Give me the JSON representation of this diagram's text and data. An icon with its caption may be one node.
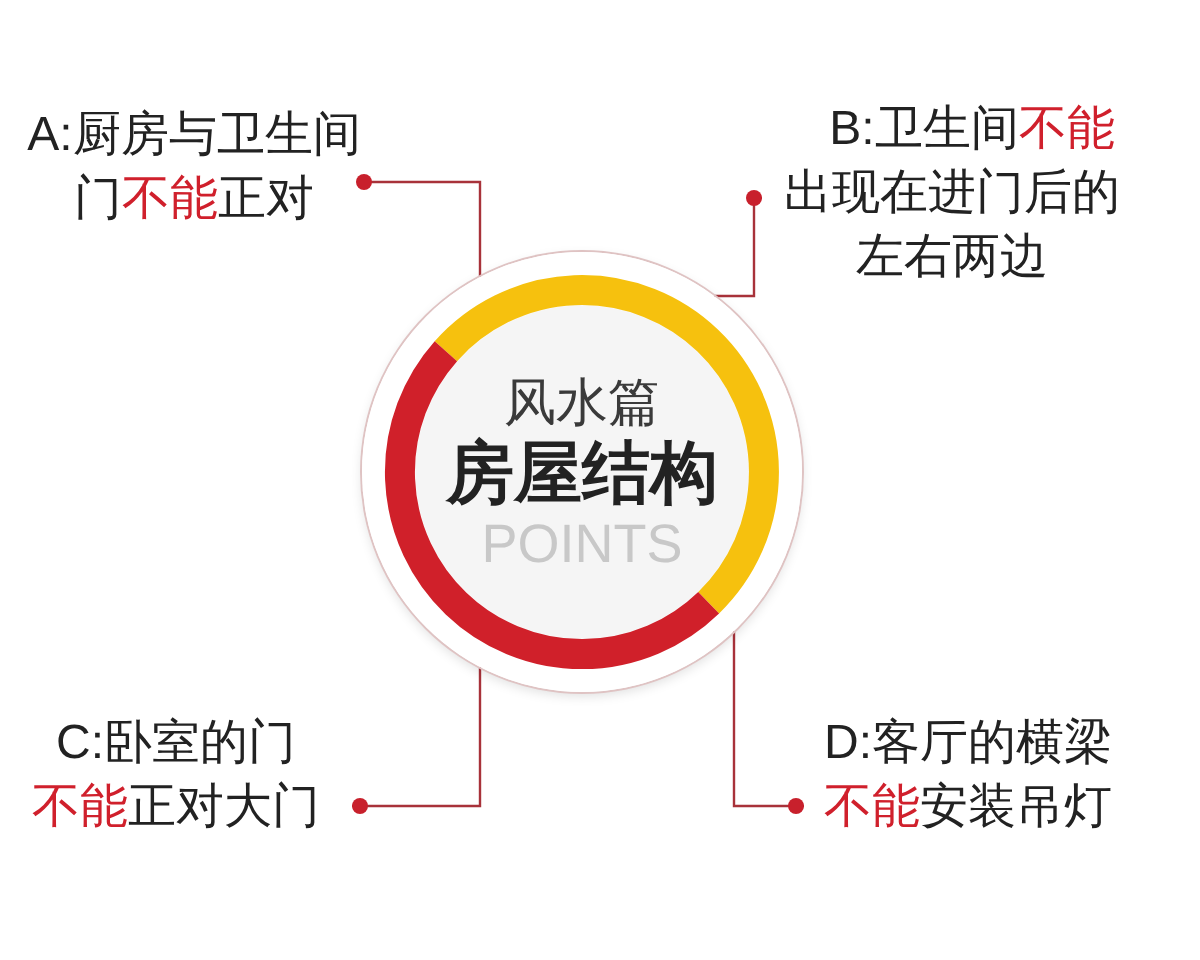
{
  "diagram": {
    "nodes": [
      {
        "text": [
          "A:厨房与卫生间门**不能**正对"
        ]
      },
      {
        "text": [
          "B:卫生间**不能**出现在进门后的左右两边"
        ]
      },
      {
        "text": [
          "风水篇",
          "房屋结构",
          "POINTS"
        ]
      },
      {
        "text": [
          "C:卧室的门**不能**正对大门"
        ]
      },
      {
        "text": [
          "D:客厅的横梁**不能**安装吊灯"
        ]
      }
    ],
    "edges": [
      {
        "from": 0,
        "to": 2,
        "arrow": "other"
      },
      {
        "from": 1,
        "to": 2,
        "arrow": "other"
      },
      {
        "from": 3,
        "to": 2,
        "arrow": "other"
      },
      {
        "from": 4,
        "to": 2,
        "arrow": "other"
      }
    ]
  }
}
